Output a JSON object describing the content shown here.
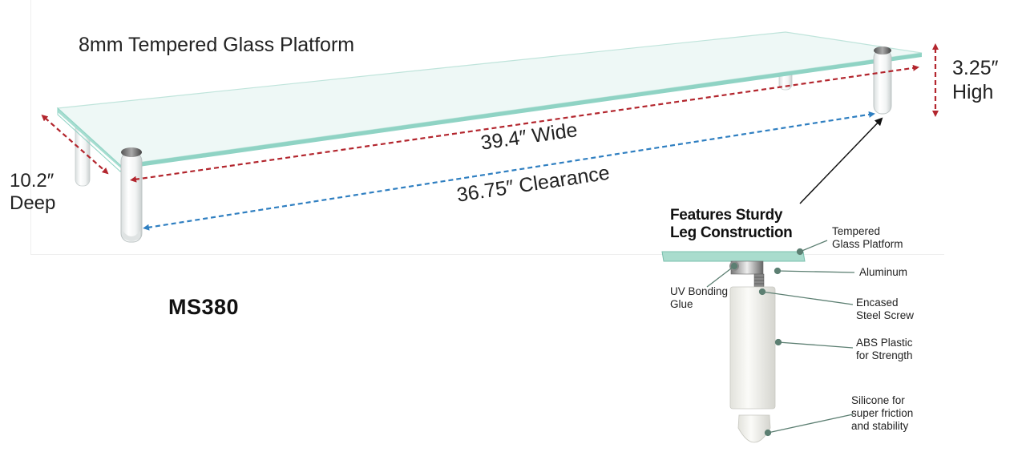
{
  "labels": {
    "platform": "8mm Tempered Glass Platform",
    "height_value": "3.25″",
    "height_word": "High",
    "depth_value": "10.2″",
    "depth_word": "Deep",
    "width": "39.4″ Wide",
    "clearance": "36.75″ Clearance",
    "model": "MS380"
  },
  "leg_detail": {
    "title_line1": "Features Sturdy",
    "title_line2": "Leg Construction",
    "parts": [
      {
        "line1": "Tempered",
        "line2": "Glass Platform"
      },
      {
        "line1": "Aluminum",
        "line2": ""
      },
      {
        "line1": "UV Bonding",
        "line2": "Glue"
      },
      {
        "line1": "Encased",
        "line2": "Steel Screw"
      },
      {
        "line1": "ABS Plastic",
        "line2": "for Strength"
      },
      {
        "line1": "Silicone for",
        "line2": "super friction",
        "line3": "and stability"
      }
    ]
  },
  "colors": {
    "glass_edge": "#8fd3c4",
    "glass_fill": "#eef8f6",
    "red_arrow": "#b3262e",
    "blue_arrow": "#2f7fc1",
    "callout_dot": "#5c7f72"
  }
}
